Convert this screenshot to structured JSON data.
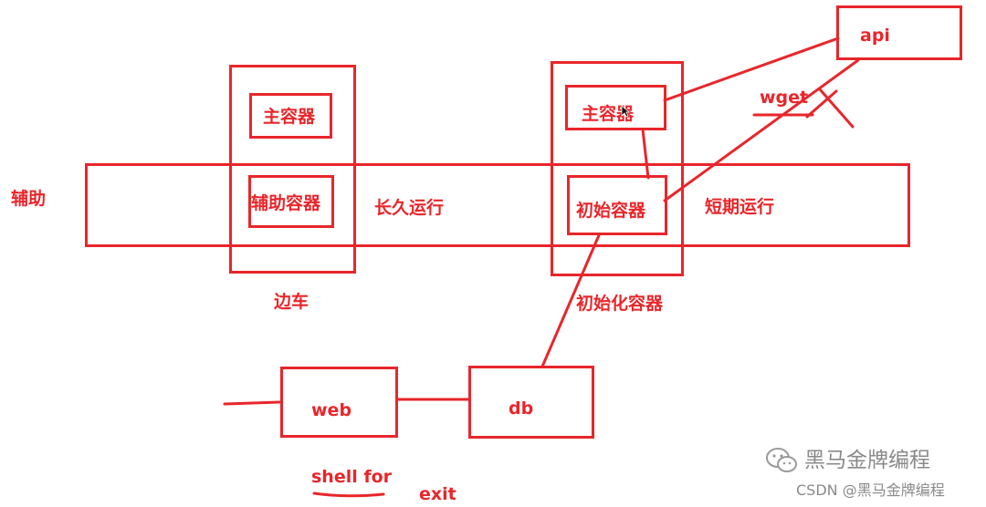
{
  "diagram": {
    "sidebar_group": {
      "main_container": "主容器",
      "helper_container": "辅助容器",
      "caption": "边车"
    },
    "init_group": {
      "main_container": "主容器",
      "init_container": "初始容器",
      "caption": "初始化容器"
    },
    "band": {
      "left_label": "辅助",
      "long_running": "长久运行",
      "short_running": "短期运行"
    },
    "api": "api",
    "wget": "wget",
    "web": "web",
    "db": "db",
    "shell_for": "shell for",
    "exit": "exit"
  },
  "watermark": {
    "brand": "黑马金牌编程",
    "footer": "CSDN @黑马金牌编程"
  },
  "colors": {
    "ink": "#e8262b",
    "watermark": "#8a8a8a"
  }
}
